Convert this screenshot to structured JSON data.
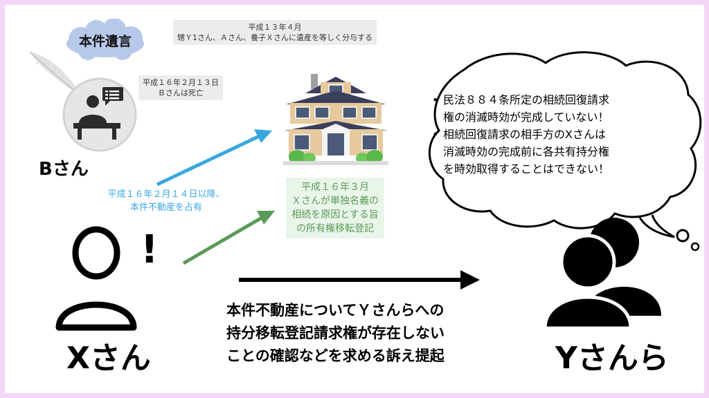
{
  "colors": {
    "frame": "#f3d8f5",
    "blue": "#3aa7df",
    "green": "#5a9a57",
    "callout_bg": "#ececec",
    "cloud": "#b8c8ea"
  },
  "will_cloud": {
    "label": "本件遺言"
  },
  "callout_2001": {
    "line1": "平成１３年４月",
    "line2": "甥Ｙ1さん、Ａさん、養子Ｘさんに遺産を等しく分与する"
  },
  "callout_2004": {
    "line1": "平成１６年２月１３日",
    "line2": "Ｂさんは死亡"
  },
  "person_b": {
    "label": "Bさん",
    "icon": "person-at-desk-icon"
  },
  "house": {
    "icon": "house-icon"
  },
  "blue_note": {
    "line1": "平成１６年２月１４日以降、",
    "line2": "本件不動産を占有"
  },
  "green_note": {
    "line1": "平成１６年３月",
    "line2": "Ｘさんが単独名義の",
    "line3": "相続を原因とする旨",
    "line4": "の所有権移転登記"
  },
  "bubble": {
    "items": [
      {
        "line1": "民法８８４条所定の相続回復請求",
        "line2": "権の消滅時効が完成していない！"
      },
      {
        "line1": "相続回復請求の相手方のXさんは",
        "line2": "消滅時効の完成前に各共有持分権",
        "line3": "を時効取得することはできない！"
      }
    ]
  },
  "person_x": {
    "label": "Xさん",
    "exclamation": "!"
  },
  "person_y": {
    "label": "Yさんら"
  },
  "main_statement": {
    "line1": "本件不動産についてＹさんらへの",
    "line2": "持分移転登記請求権が存在しない",
    "line3": "ことの確認などを求める訴え提起"
  }
}
